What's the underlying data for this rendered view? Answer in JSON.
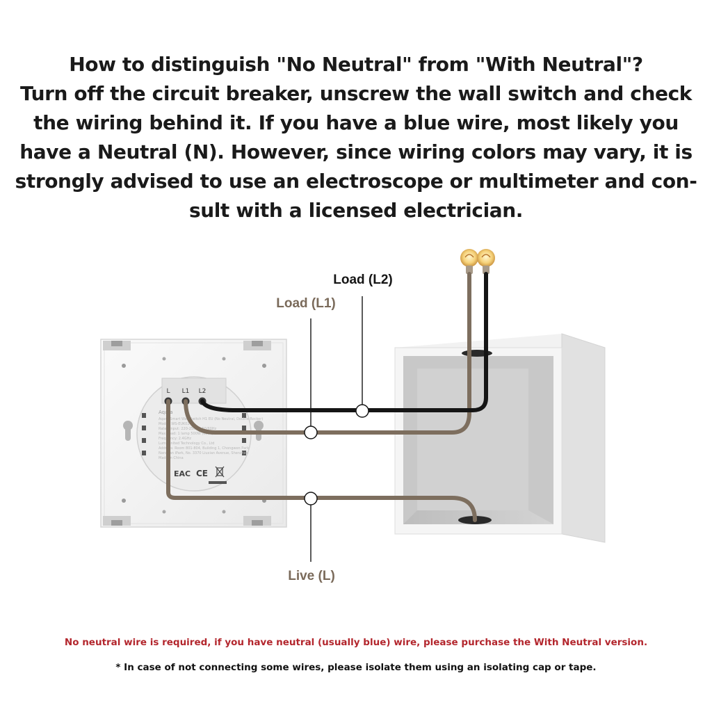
{
  "heading": {
    "lines": [
      "How to distinguish \"No Neutral\" from \"With Neutral\"?",
      "Turn off the circuit breaker, unscrew the wall switch and check",
      "the wiring behind it. If you have a blue wire,  most likely you",
      "have a Neutral (N). However, since wiring colors may vary, it is",
      "strongly advised  to use an electroscope or multimeter and con-",
      "sult with a licensed electrician."
    ]
  },
  "diagram": {
    "labels": {
      "load_l2": "Load (L2)",
      "load_l1": "Load (L1)",
      "live": "Live (L)"
    },
    "terminals": {
      "live": "L",
      "load1": "L1",
      "load2": "L2"
    },
    "module": {
      "brand": "Aqara",
      "text_lines": [
        "Aqara Smart Wall Switch H1 EU (No Neutral, Double Rocker)",
        "Model: WS-EUK02",
        "Rated input: 220-250V~ 50/60Hz",
        "Max. load: 1 lamp 500W (each)",
        "Frequency: 2.4GHz",
        "Lumi United Technology Co., Ltd",
        "Address: Room 801-804, Building 1, Chongwen Park",
        "Nanshan iPark, No. 3370 Liuxian Avenue, Shenzhen",
        "Made in China"
      ],
      "marks": [
        "EAC",
        "CE"
      ]
    },
    "colors": {
      "live_wire": "#7d6e5e",
      "load1_wire": "#7d6e5e",
      "load2_wire": "#151515",
      "label_brown": "#7a6a5a",
      "label_black": "#151515"
    }
  },
  "notes": {
    "red": "No neutral wire is required, if you have neutral (usually blue) wire, please purchase the With Neutral version.",
    "black": "* In case of not connecting some wires, please isolate them using an isolating cap or tape."
  }
}
